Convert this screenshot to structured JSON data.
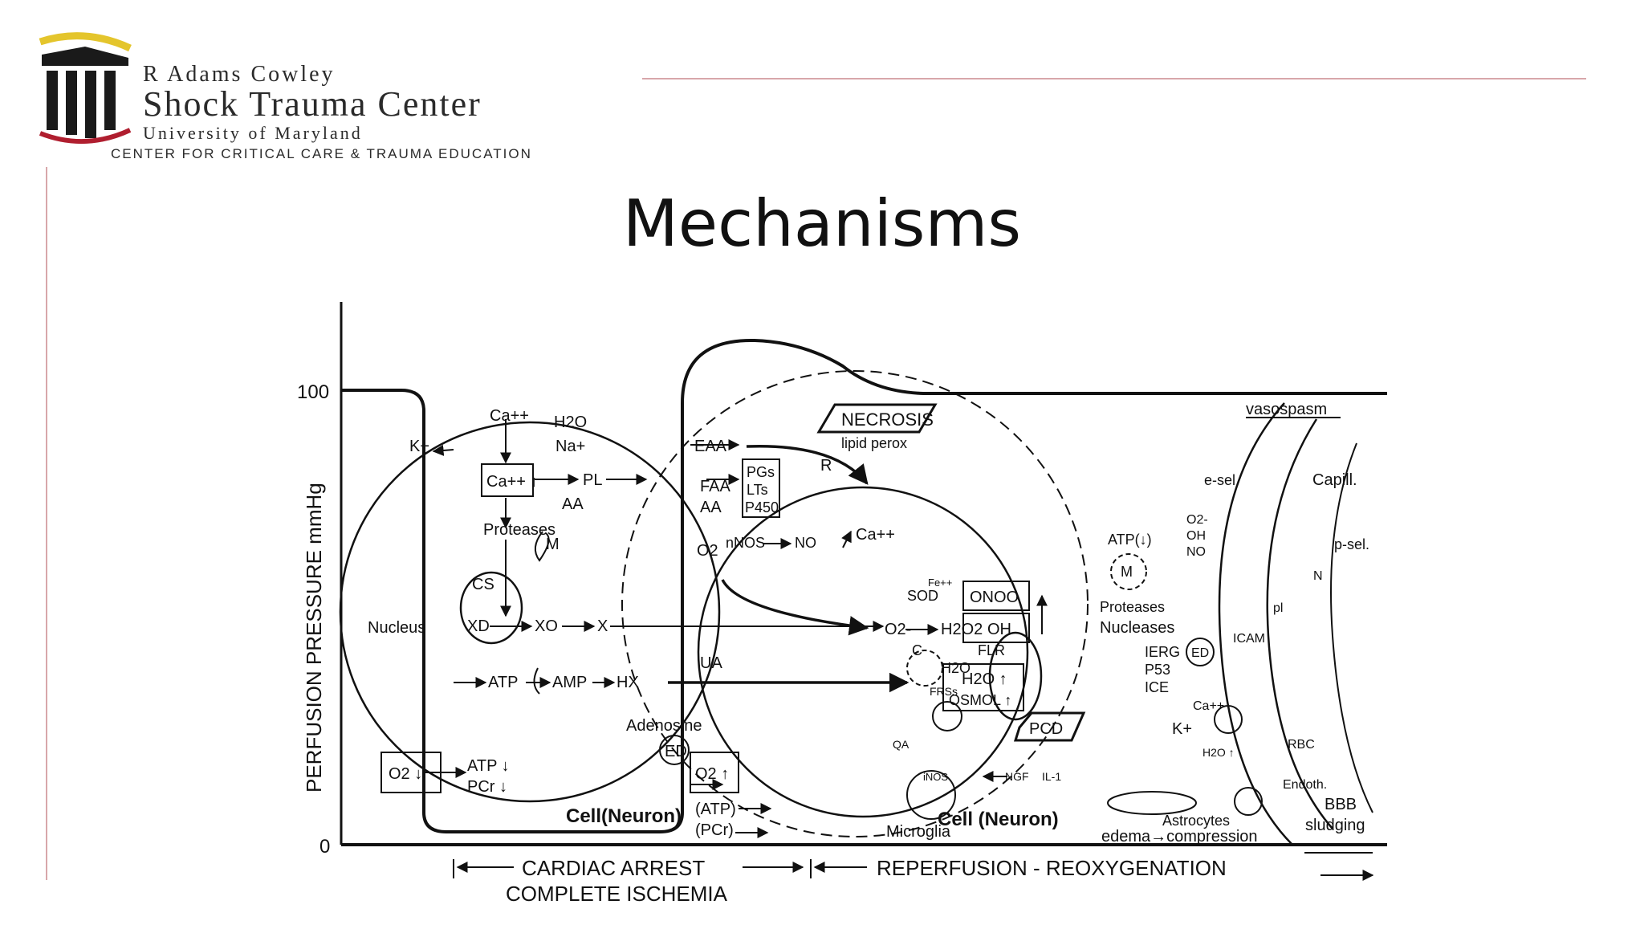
{
  "header": {
    "org_line1": "R Adams Cowley",
    "org_line2": "Shock Trauma Center",
    "org_line3": "University of Maryland",
    "org_line4": "CENTER FOR CRITICAL CARE & TRAUMA EDUCATION"
  },
  "slide": {
    "title": "Mechanisms"
  },
  "diagram": {
    "y_axis_label": "PERFUSION PRESSURE mmHg",
    "y_tick_100": "100",
    "y_tick_0": "0",
    "phase_left_1": "CARDIAC ARREST",
    "phase_left_2": "COMPLETE ISCHEMIA",
    "phase_right": "REPERFUSION - REOXYGENATION",
    "left": {
      "cell_label": "Cell(Neuron)",
      "k": "K+",
      "ca": "Ca++",
      "h2o": "H2O",
      "na": "Na+",
      "ca_box": "Ca++ ↑",
      "pl": "PL",
      "aa": "AA",
      "proteases": "Proteases",
      "nucleus": "Nucleus",
      "cs": "CS",
      "m": "M",
      "xd": "XD",
      "xo": "XO",
      "x": "X",
      "atp": "ATP",
      "amp": "AMP",
      "hx": "HX",
      "adenosine": "Adenosine",
      "ed": "ED",
      "o2_box": "O2 ↓",
      "atp_low": "ATP ↓",
      "pcr_low": "PCr ↓"
    },
    "right": {
      "cell_label": "Cell (Neuron)",
      "necrosis": "NECROSIS",
      "lipid_perox": "lipid perox",
      "vasospasm": "vasospasm",
      "eaa": "EAA",
      "faa": "FAA",
      "aa": "AA",
      "pgs": "PGs",
      "lts": "LTs",
      "p450": "P450",
      "r": "R",
      "o2": "O2",
      "nnos": "nNOS",
      "no": "NO",
      "ca": "Ca++",
      "atp_m": "ATP(↓)",
      "m": "M",
      "proteases": "Proteases",
      "nucleases": "Nucleases",
      "onoo": "ONOO",
      "oh": "OH",
      "sod": "SOD",
      "o2_rad": "O2-",
      "h2o2": "H2O2",
      "c": "C",
      "fe": "Fe++",
      "flr": "FLR",
      "h2o": "H2O",
      "frss": "FRSs",
      "h2o_box": "H2O ↑",
      "osmol": "OSMOL ↑",
      "ierg": "IERG",
      "p53": "P53",
      "ice": "ICE",
      "ed": "ED",
      "pcd": "PCD",
      "ua": "UA",
      "qa": "QA",
      "inos": "iNOS",
      "ngf": "NGF",
      "il1": "IL-1",
      "microglia": "Microglia",
      "o2_box": "O2 ↑",
      "atp_paren": "(ATP)",
      "pcr_paren": "(PCr)",
      "e_sel": "e-sel.",
      "capill": "Capill.",
      "p_sel": "p-sel.",
      "o2_oh_no_1": "O2-",
      "o2_oh_no_2": "OH",
      "o2_oh_no_3": "NO",
      "pl": "pl",
      "n": "N",
      "icam": "ICAM",
      "rbc": "RBC",
      "endoth": "Endoth.",
      "k": "K+",
      "ca2": "Ca++",
      "h2o2b": "H2O ↑",
      "astrocytes": "Astrocytes",
      "bbb": "BBB",
      "sludging": "sludging",
      "edema": "edema→compression"
    }
  }
}
